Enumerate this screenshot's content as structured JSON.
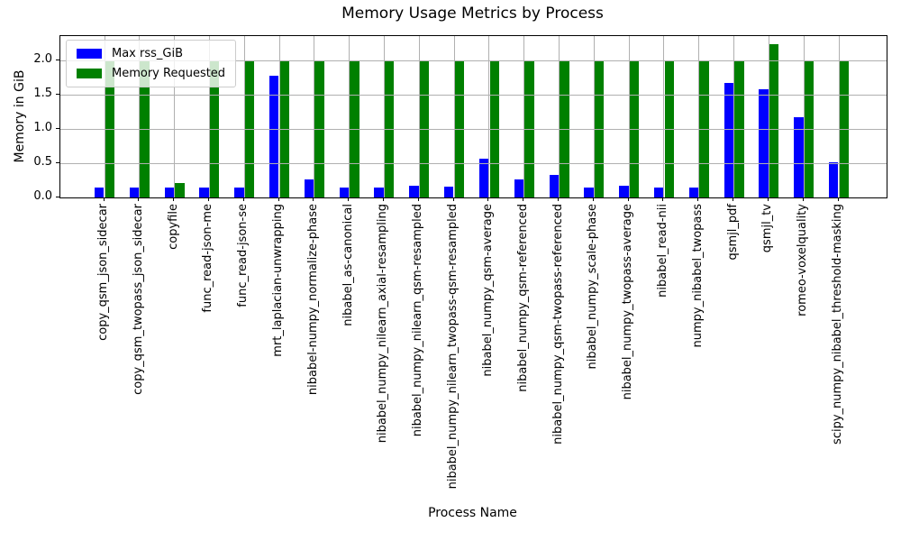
{
  "chart_data": {
    "type": "bar",
    "title": "Memory Usage Metrics by Process",
    "xlabel": "Process Name",
    "ylabel": "Memory in GiB",
    "ylim": [
      0,
      2.3625
    ],
    "yticks": [
      0.0,
      0.5,
      1.0,
      1.5,
      2.0
    ],
    "grid": true,
    "grid_color": "#b0b0b0",
    "legend_position": "upper-left",
    "categories": [
      "copy_qsm_json_sidecar",
      "copy_qsm_twopass_json_sidecar",
      "copyfile",
      "func_read-json-me",
      "func_read-json-se",
      "mrt_laplacian-unwrapping",
      "nibabel-numpy_normalize-phase",
      "nibabel_as-canonical",
      "nibabel_numpy_nilearn_axial-resampling",
      "nibabel_numpy_nilearn_qsm-resampled",
      "nibabel_numpy_nilearn_twopass-qsm-resampled",
      "nibabel_numpy_qsm-average",
      "nibabel_numpy_qsm-referenced",
      "nibabel_numpy_qsm-twopass-referenced",
      "nibabel_numpy_scale-phase",
      "nibabel_numpy_twopass-average",
      "nibabel_read-nii",
      "numpy_nibabel_twopass",
      "qsmjl_pdf",
      "qsmjl_tv",
      "romeo-voxelquality",
      "scipy_numpy_nibabel_threshold-masking"
    ],
    "series": [
      {
        "name": "Max rss_GiB",
        "color": "#0000ff",
        "values": [
          0.15,
          0.15,
          0.15,
          0.14,
          0.14,
          1.78,
          0.26,
          0.15,
          0.14,
          0.17,
          0.16,
          0.57,
          0.27,
          0.33,
          0.14,
          0.17,
          0.14,
          0.15,
          1.68,
          1.58,
          1.18,
          0.52
        ]
      },
      {
        "name": "Memory Requested",
        "color": "#008000",
        "values": [
          2.0,
          2.0,
          0.21,
          2.0,
          2.0,
          2.0,
          2.0,
          2.0,
          2.0,
          2.0,
          2.0,
          2.0,
          2.0,
          2.0,
          2.0,
          2.0,
          2.0,
          2.0,
          2.0,
          2.25,
          2.0,
          2.0
        ]
      }
    ]
  }
}
